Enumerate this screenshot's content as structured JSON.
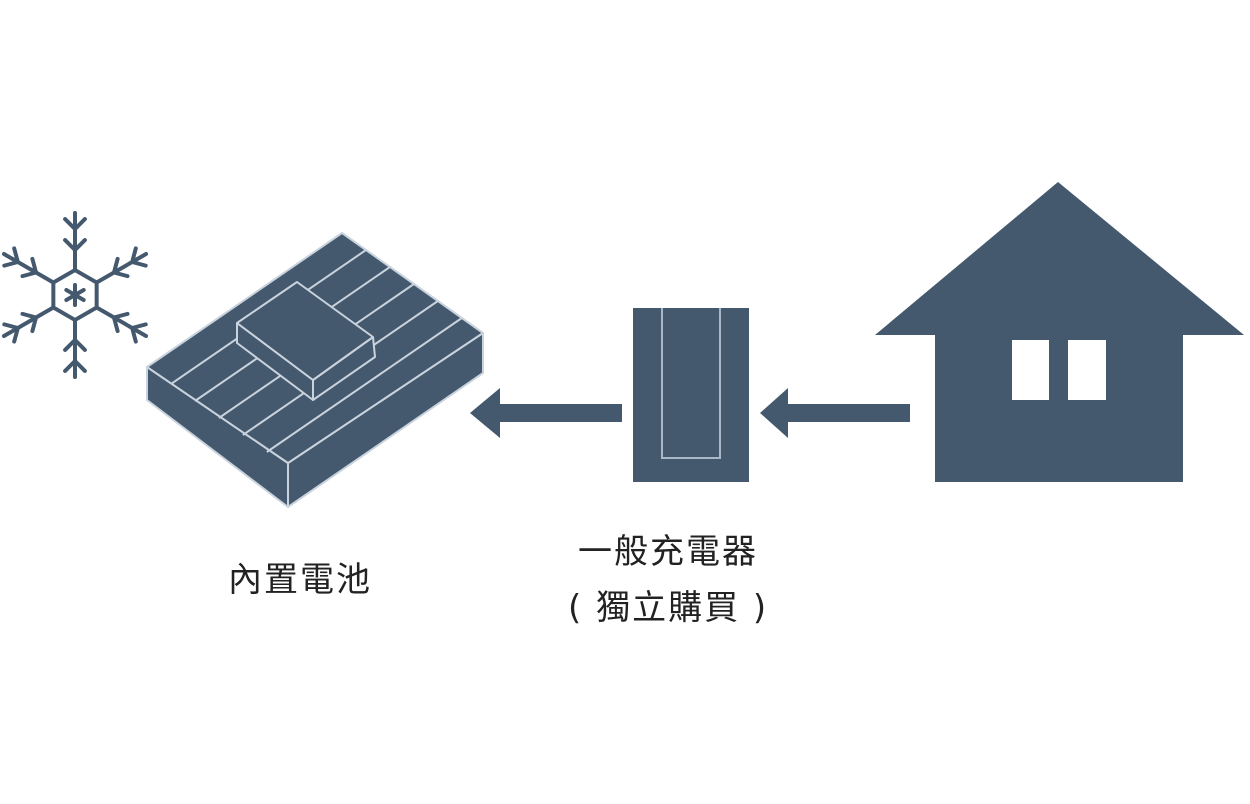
{
  "colors": {
    "icon": "#44586e",
    "line": "#c9d3dd",
    "background": "#ffffff"
  },
  "battery": {
    "label": "內置電池",
    "icon": "battery-pack-icon"
  },
  "cold": {
    "icon": "snowflake-icon"
  },
  "charger": {
    "label_line1": "一般充電器",
    "label_line2": "( 獨立購買 )",
    "icon": "charger-icon"
  },
  "house": {
    "icon": "house-icon"
  },
  "arrows": {
    "icon": "arrow-left-icon"
  }
}
